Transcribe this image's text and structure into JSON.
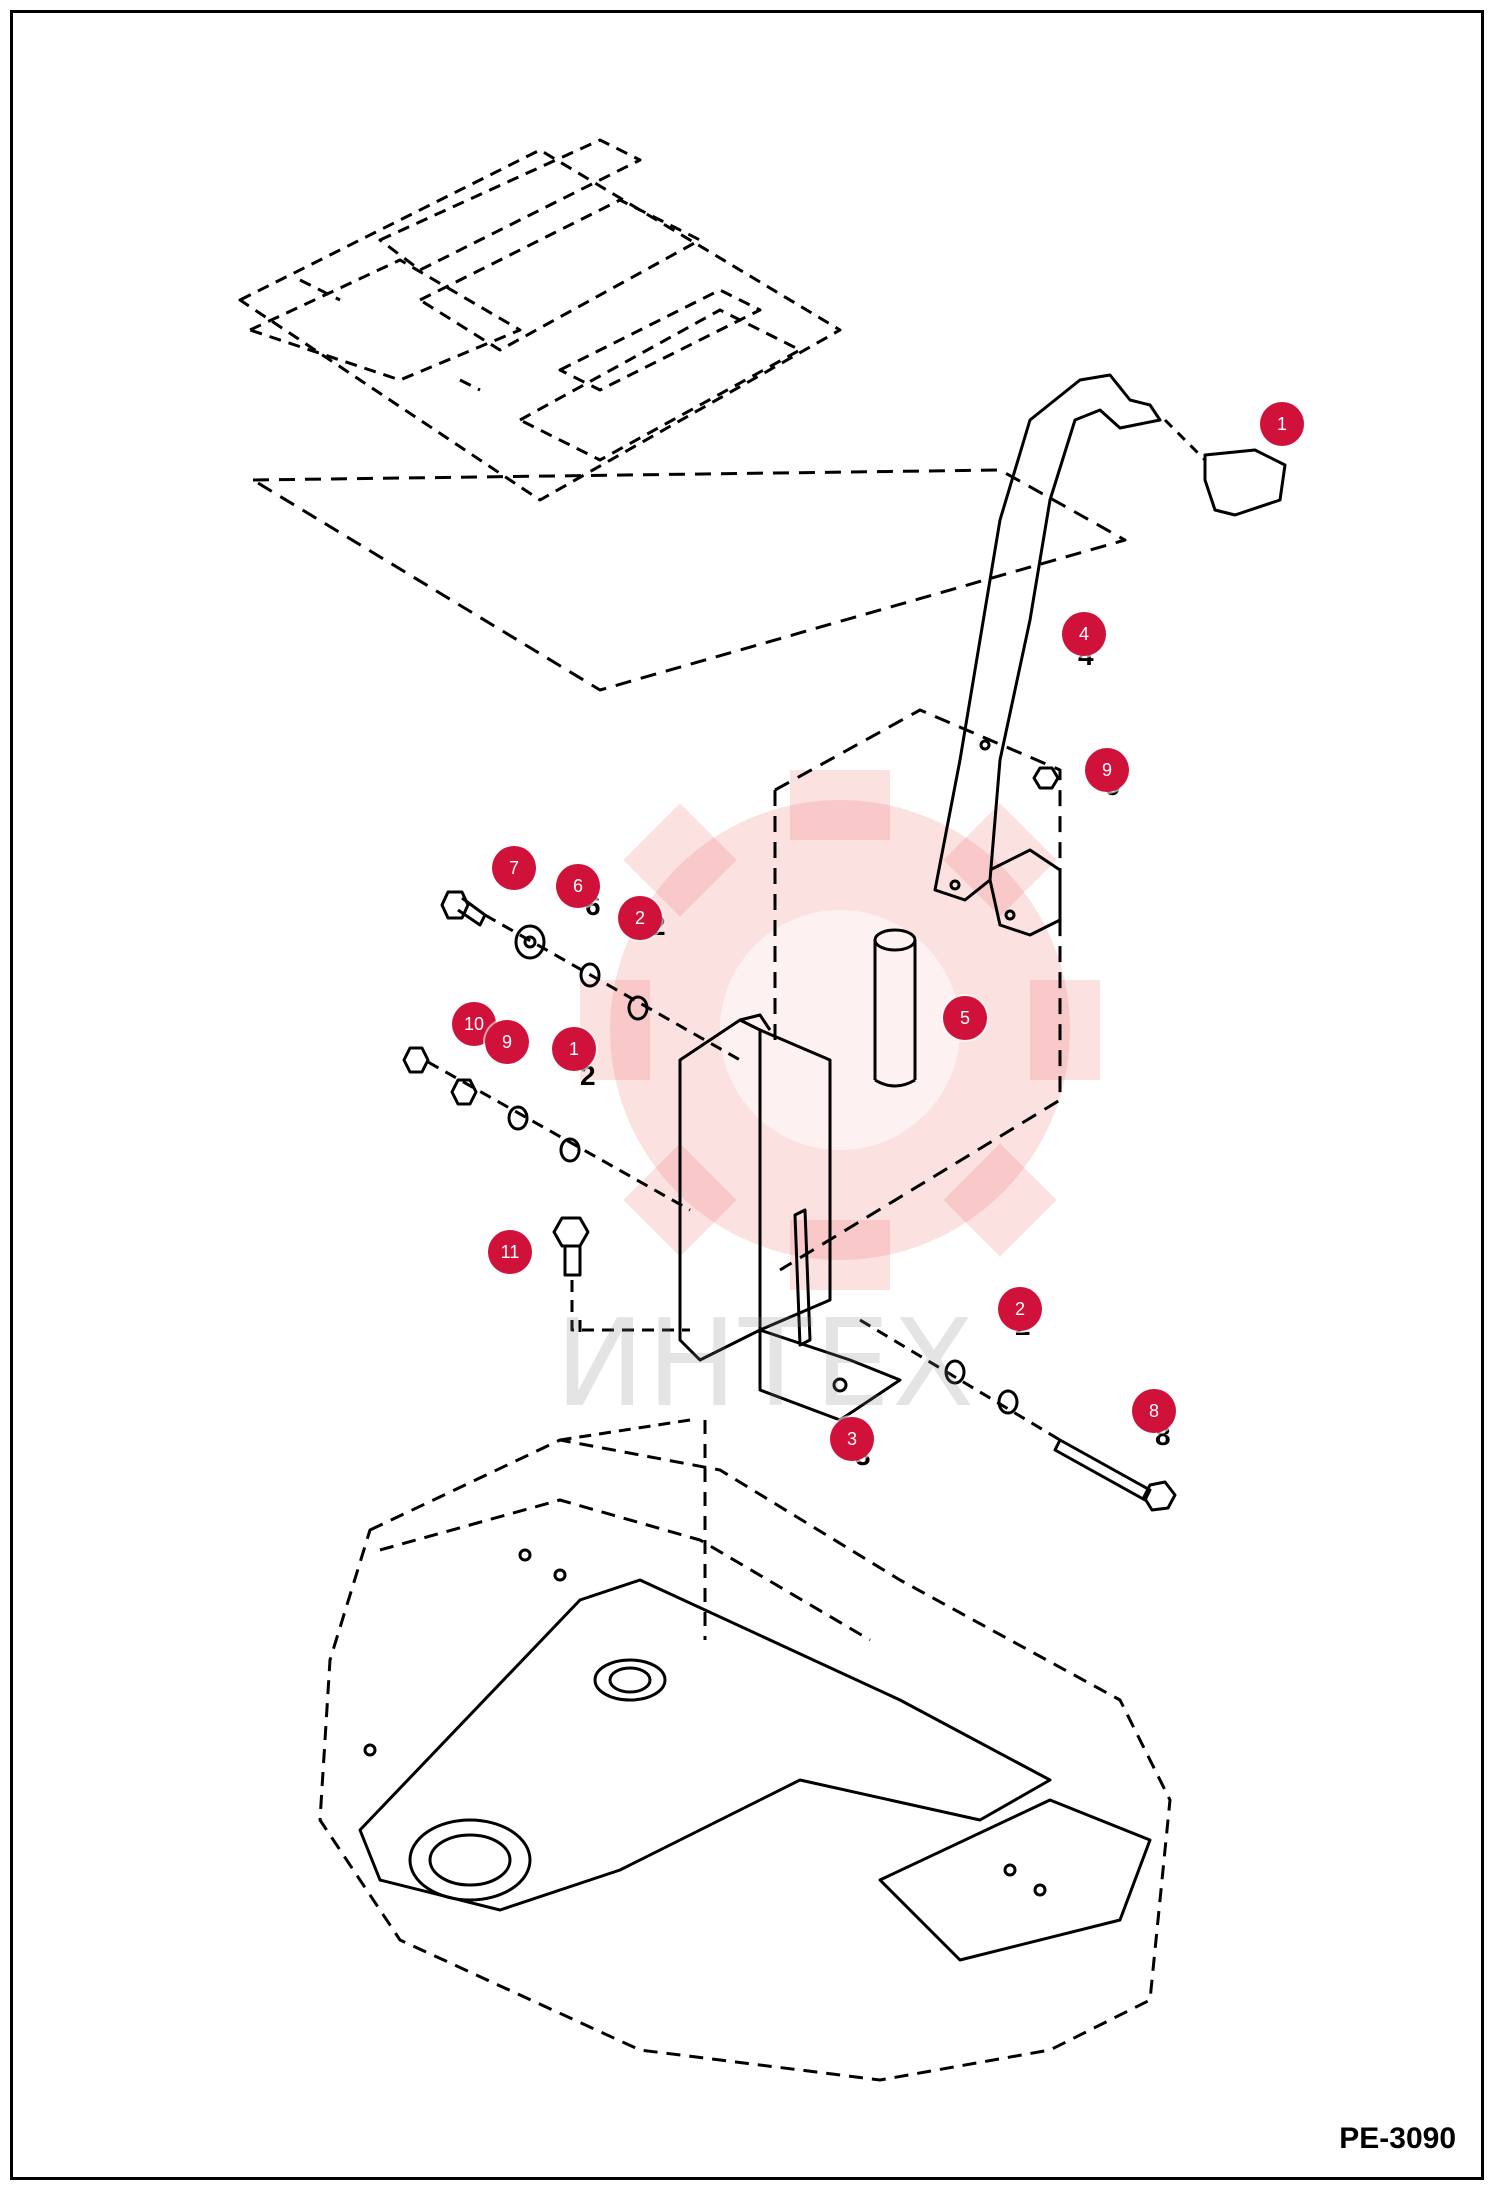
{
  "diagram": {
    "page_code": "PE-3090",
    "watermark_text": "ИНТЕХ",
    "callout_color": "#d0113a",
    "callouts": [
      {
        "id": "c1a",
        "label": "1"
      },
      {
        "id": "c4",
        "label": "4"
      },
      {
        "id": "c9a",
        "label": "9"
      },
      {
        "id": "c7",
        "label": "7"
      },
      {
        "id": "c6",
        "label": "6"
      },
      {
        "id": "c2a",
        "label": "2"
      },
      {
        "id": "c5",
        "label": "5"
      },
      {
        "id": "c10",
        "label": "10"
      },
      {
        "id": "c9b",
        "label": "9"
      },
      {
        "id": "c1b",
        "label": "1"
      },
      {
        "id": "c11",
        "label": "11"
      },
      {
        "id": "c2b",
        "label": "2"
      },
      {
        "id": "c8",
        "label": "8"
      },
      {
        "id": "c3",
        "label": "3"
      }
    ],
    "drawing_labels": [
      {
        "id": "l6",
        "text": "6"
      },
      {
        "id": "l2a",
        "text": "2"
      },
      {
        "id": "l2b",
        "text": "2"
      },
      {
        "id": "l2c",
        "text": "2"
      },
      {
        "id": "l8",
        "text": "8"
      },
      {
        "id": "l3",
        "text": "3"
      },
      {
        "id": "l9",
        "text": "9"
      },
      {
        "id": "l4",
        "text": "4"
      }
    ],
    "icons": {
      "watermark_gear": "gear-icon",
      "parts": [
        "knob",
        "lever",
        "nut",
        "bolt",
        "washer",
        "bushing",
        "pin",
        "bracket",
        "floor-plate",
        "frame"
      ]
    }
  }
}
